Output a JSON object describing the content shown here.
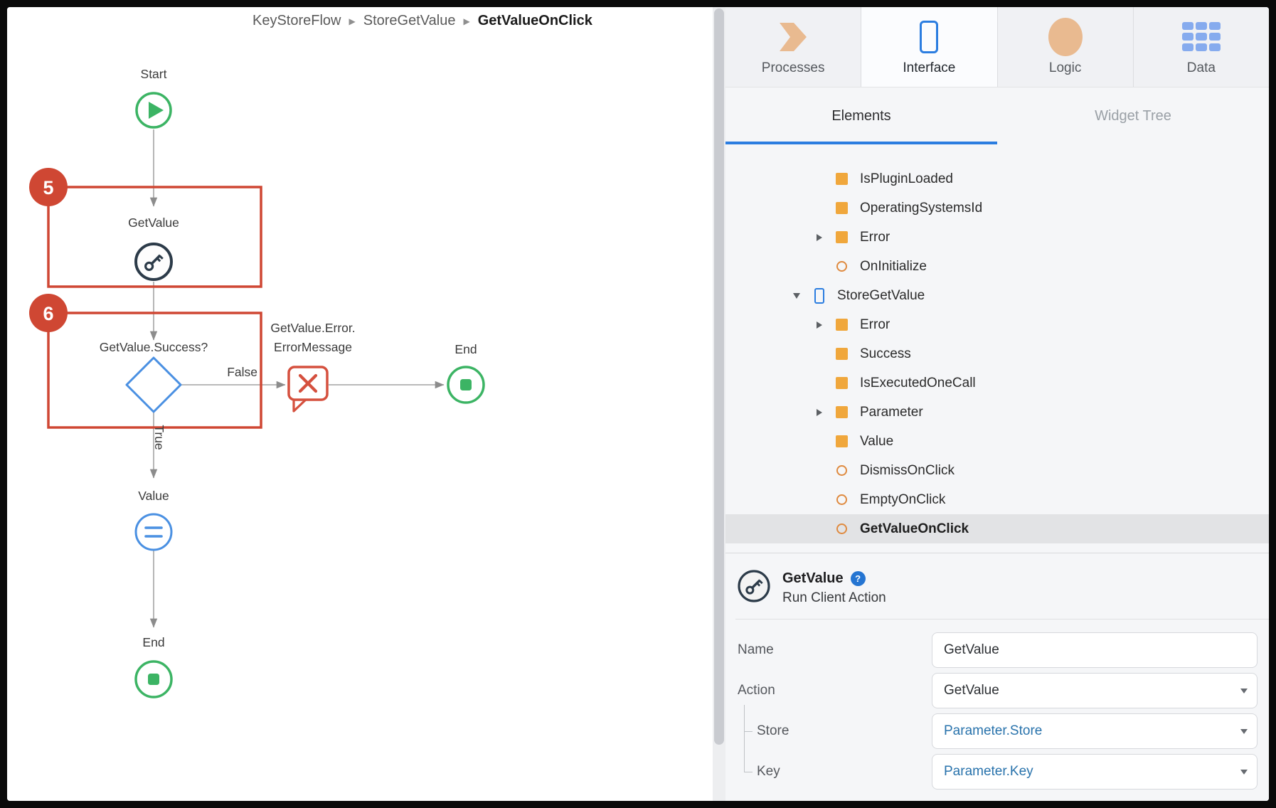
{
  "breadcrumb": {
    "items": [
      "KeyStoreFlow",
      "StoreGetValue",
      "GetValueOnClick"
    ],
    "separator": "▶"
  },
  "annotations": {
    "badge_5": "5",
    "badge_6": "6",
    "highlight_color": "#cf4733"
  },
  "flow": {
    "nodes": {
      "start": {
        "label": "Start",
        "type": "start"
      },
      "get_value": {
        "label": "GetValue",
        "type": "run-client-action",
        "icon": "key-icon"
      },
      "decision": {
        "label": "GetValue.Success?",
        "type": "if"
      },
      "error_message": {
        "label_line1": "GetValue.Error.",
        "label_line2": "ErrorMessage",
        "type": "message",
        "icon": "message-x-icon"
      },
      "end_error": {
        "label": "End",
        "type": "end"
      },
      "assign_value": {
        "label": "Value",
        "type": "assign",
        "icon": "equals-icon"
      },
      "end_main": {
        "label": "End",
        "type": "end"
      }
    },
    "branches": {
      "false_label": "False",
      "true_label": "True"
    }
  },
  "panel": {
    "tabs": [
      {
        "label": "Processes",
        "icon": "process-chevron-icon",
        "active": false
      },
      {
        "label": "Interface",
        "icon": "phone-screen-icon",
        "active": true
      },
      {
        "label": "Logic",
        "icon": "logic-circle-icon",
        "active": false
      },
      {
        "label": "Data",
        "icon": "data-grid-icon",
        "active": false
      }
    ],
    "subtabs": [
      {
        "label": "Elements",
        "active": true
      },
      {
        "label": "Widget Tree",
        "active": false
      }
    ],
    "tree": [
      {
        "label": "IsPluginLoaded",
        "icon": "attribute-square",
        "arrow": "none",
        "level": 2,
        "selected": false
      },
      {
        "label": "OperatingSystemsId",
        "icon": "attribute-square",
        "arrow": "none",
        "level": 2,
        "selected": false
      },
      {
        "label": "Error",
        "icon": "attribute-square",
        "arrow": "right",
        "level": 2,
        "selected": false
      },
      {
        "label": "OnInitialize",
        "icon": "event-circle",
        "arrow": "none",
        "level": 2,
        "selected": false
      },
      {
        "label": "StoreGetValue",
        "icon": "screen",
        "arrow": "down",
        "level": 1,
        "selected": false
      },
      {
        "label": "Error",
        "icon": "attribute-square",
        "arrow": "right",
        "level": 2,
        "selected": false
      },
      {
        "label": "Success",
        "icon": "attribute-square",
        "arrow": "none",
        "level": 2,
        "selected": false
      },
      {
        "label": "IsExecutedOneCall",
        "icon": "attribute-square",
        "arrow": "none",
        "level": 2,
        "selected": false
      },
      {
        "label": "Parameter",
        "icon": "attribute-square",
        "arrow": "right",
        "level": 2,
        "selected": false
      },
      {
        "label": "Value",
        "icon": "attribute-square",
        "arrow": "none",
        "level": 2,
        "selected": false
      },
      {
        "label": "DismissOnClick",
        "icon": "event-circle",
        "arrow": "none",
        "level": 2,
        "selected": false
      },
      {
        "label": "EmptyOnClick",
        "icon": "event-circle",
        "arrow": "none",
        "level": 2,
        "selected": false
      },
      {
        "label": "GetValueOnClick",
        "icon": "event-circle",
        "arrow": "none",
        "level": 2,
        "selected": true
      }
    ],
    "properties": {
      "title": "GetValue",
      "help_badge": "?",
      "subtitle": "Run Client Action",
      "icon": "key-icon",
      "fields": [
        {
          "label": "Name",
          "value": "GetValue",
          "type": "text",
          "value_style": "dark"
        },
        {
          "label": "Action",
          "value": "GetValue",
          "type": "dropdown",
          "value_style": "dark"
        },
        {
          "label": "Store",
          "value": "Parameter.Store",
          "type": "dropdown",
          "value_style": "blue"
        },
        {
          "label": "Key",
          "value": "Parameter.Key",
          "type": "dropdown",
          "value_style": "blue"
        }
      ]
    }
  },
  "colors": {
    "green_node": "#3cb464",
    "blue_node": "#4a90e2",
    "red_annotation": "#cf4733",
    "red_message": "#d5503e",
    "accent_blue": "#2b7de0",
    "orange_attribute": "#f0a73c",
    "orange_event": "#df8a3f",
    "link_blue": "#2973ac",
    "panel_bg": "#f5f6f8"
  }
}
